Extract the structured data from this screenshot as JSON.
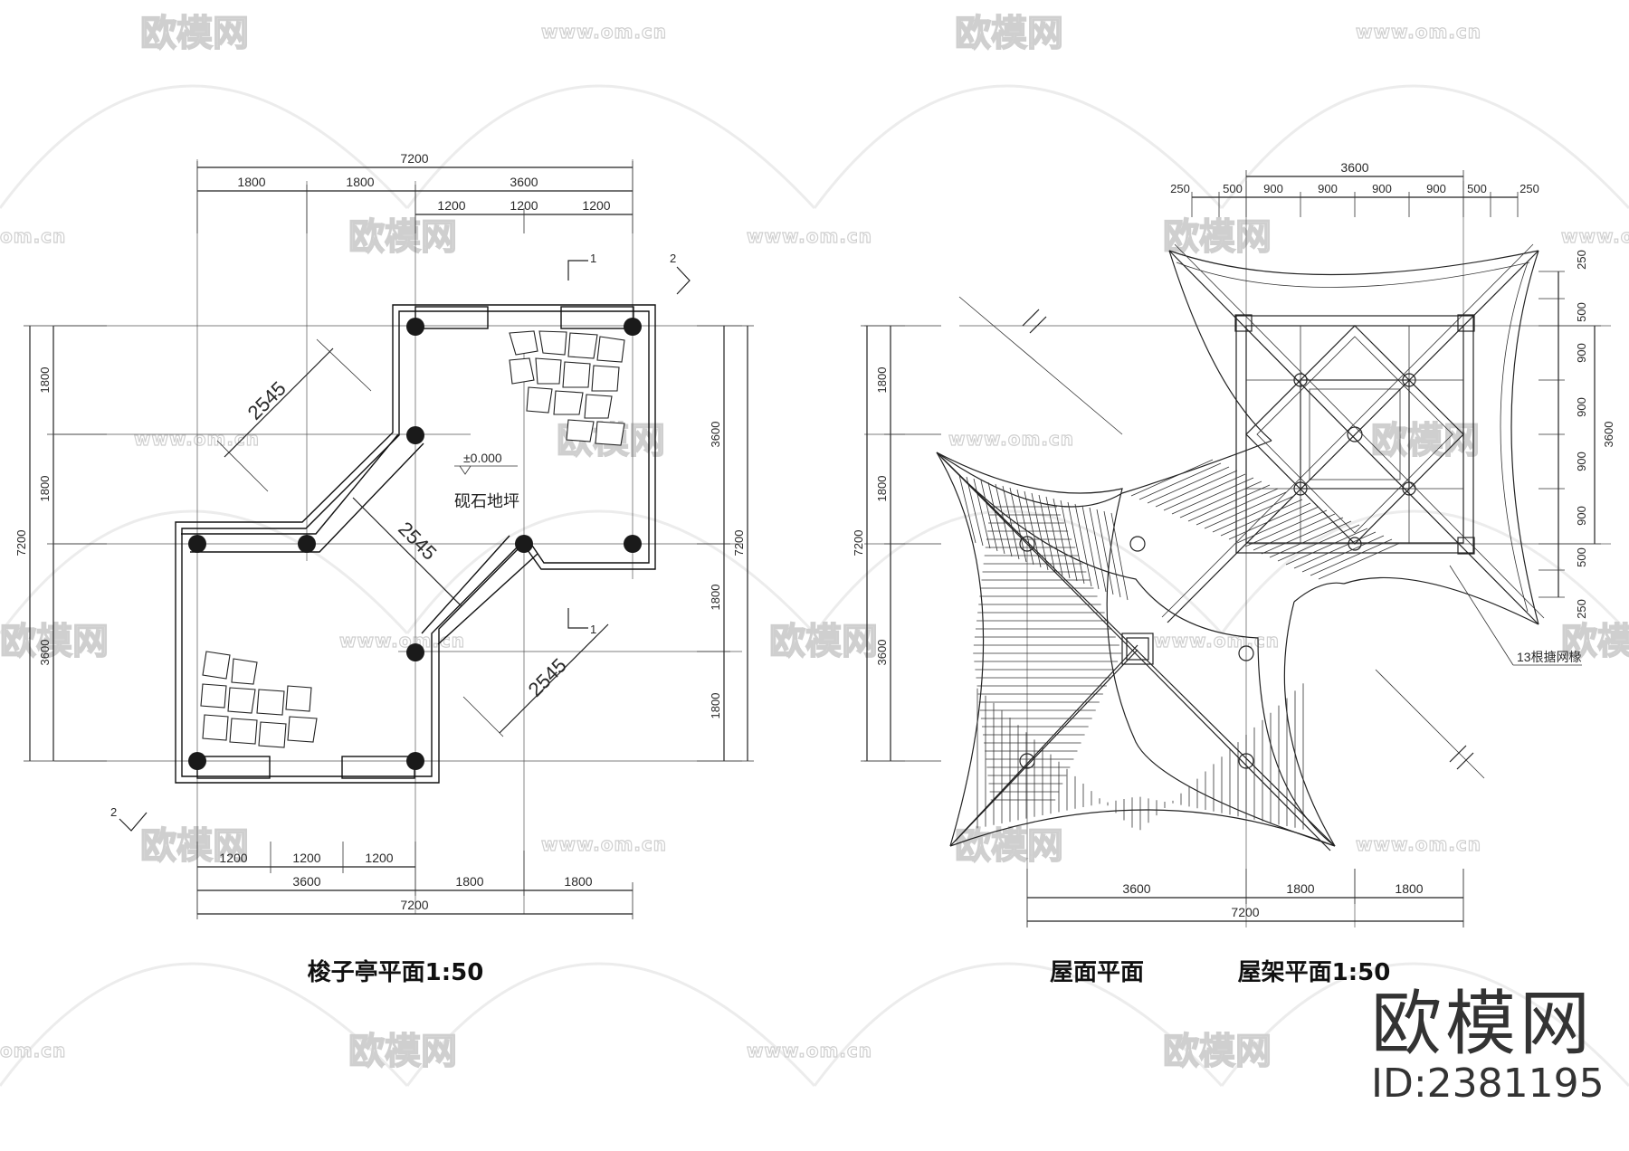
{
  "watermark": {
    "logo_text": "欧模网",
    "url_text": "www.om.cn",
    "url_short": "om.cn"
  },
  "left_plan": {
    "title": "梭子亭平面1:50",
    "floor_level": "±0.000",
    "floor_note": "砚石地坪",
    "top_dims": {
      "total": "7200",
      "row2": [
        "1800",
        "1800",
        "3600"
      ],
      "row3": [
        "1200",
        "1200",
        "1200"
      ]
    },
    "bottom_dims": {
      "total": "7200",
      "row2": [
        "3600",
        "1800",
        "1800"
      ],
      "row1": [
        "1200",
        "1200",
        "1200"
      ]
    },
    "left_dims": {
      "total": "7200",
      "parts": [
        "1800",
        "1800",
        "3600"
      ]
    },
    "right_dims": {
      "total": "7200",
      "parts": [
        "3600",
        "1800",
        "1800"
      ]
    },
    "diag_dims": [
      "2545",
      "2545",
      "2545"
    ],
    "section_marks": [
      "1",
      "2",
      "1",
      "2"
    ]
  },
  "right_plan": {
    "title_a": "屋面平面",
    "title_b": "屋架平面1:50",
    "top_dims": {
      "total": "3600",
      "parts": [
        "250",
        "500",
        "900",
        "900",
        "900",
        "900",
        "500",
        "250"
      ]
    },
    "right_dims": {
      "total": "3600",
      "parts": [
        "250",
        "500",
        "900",
        "900",
        "900",
        "900",
        "500",
        "250"
      ]
    },
    "left_dims": {
      "total": "7200",
      "parts": [
        "1800",
        "1800",
        "3600"
      ]
    },
    "bottom_dims": {
      "total": "7200",
      "parts": [
        "3600",
        "1800",
        "1800"
      ]
    },
    "rafter_note": "13根搪网椽"
  },
  "brand": {
    "name": "欧模网",
    "id_label": "ID:2381195"
  }
}
